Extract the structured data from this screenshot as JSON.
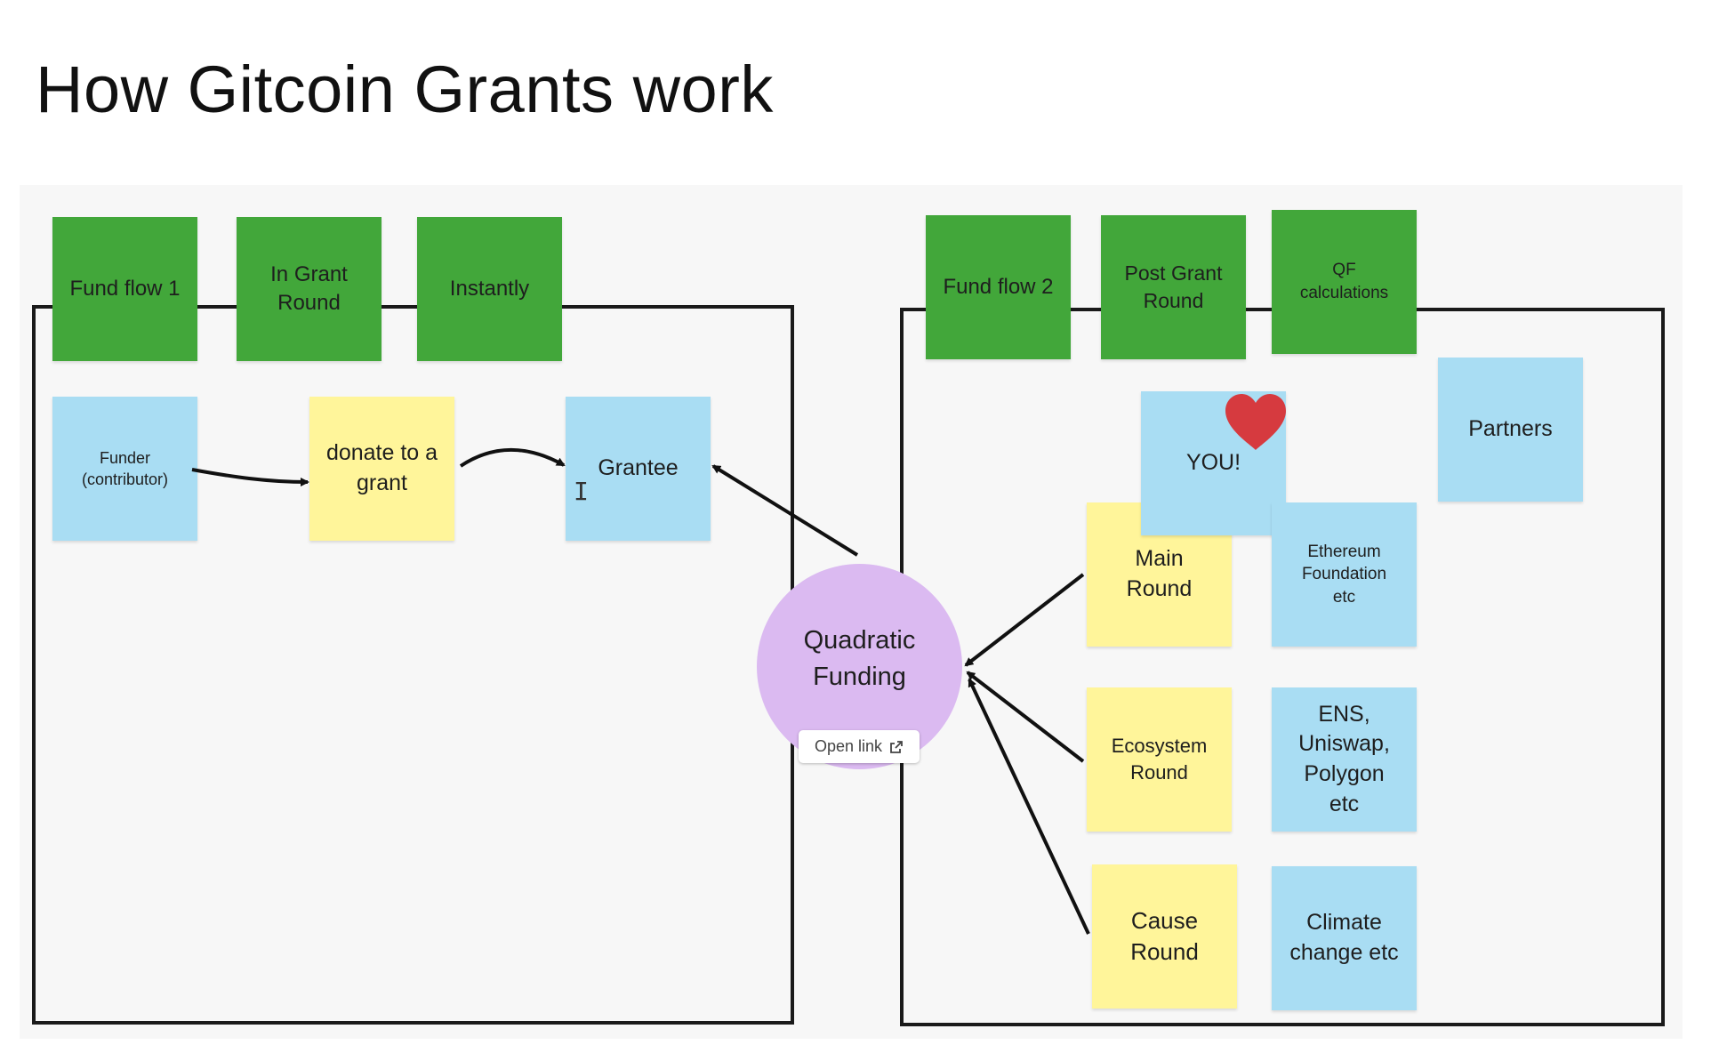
{
  "title": "How Gitcoin Grants work",
  "left_section": {
    "headers": [
      "Fund flow 1",
      "In Grant Round",
      "Instantly"
    ],
    "funder": "Funder (contributor)",
    "donate": "donate to a grant",
    "grantee": "Grantee"
  },
  "center": {
    "circle_label": "Quadratic Funding",
    "open_link": "Open link"
  },
  "right_section": {
    "headers": [
      "Fund flow 2",
      "Post Grant Round",
      "QF calculations"
    ],
    "you": "YOU!",
    "partners": "Partners",
    "rounds": [
      "Main Round",
      "Ecosystem Round",
      "Cause Round"
    ],
    "partner_examples": [
      "Ethereum Foundation etc",
      "ENS, Uniswap, Polygon etc",
      "Climate change etc"
    ]
  },
  "colors": {
    "green": "#42a73a",
    "blue": "#a9ddf3",
    "yellow": "#fff59a",
    "purple": "#dbbaf1",
    "heart": "#d63a3f"
  },
  "icons": [
    "heart-icon",
    "external-link-icon",
    "text-cursor-icon"
  ]
}
